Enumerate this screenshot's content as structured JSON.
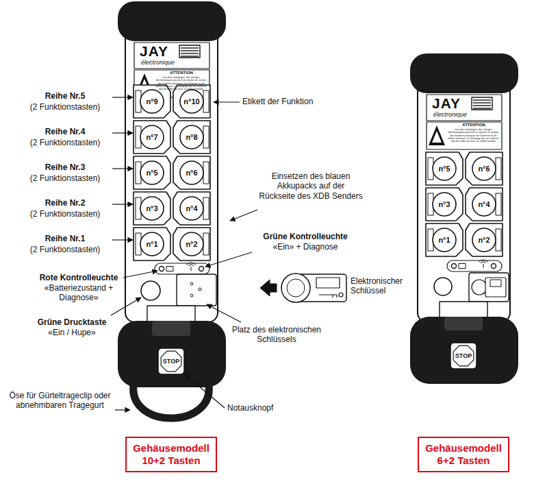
{
  "diagram": {
    "nodes": [
      {
        "text": [
          "n°9"
        ]
      },
      {
        "text": [
          "n°10"
        ]
      },
      {
        "text": [
          "n°7"
        ]
      },
      {
        "text": [
          "n°8"
        ]
      },
      {
        "text": [
          "n°5"
        ]
      },
      {
        "text": [
          "n°6"
        ]
      },
      {
        "text": [
          "n°3"
        ]
      },
      {
        "text": [
          "n°4"
        ]
      },
      {
        "text": [
          "n°1"
        ]
      },
      {
        "text": [
          "n°2"
        ]
      },
      {
        "text": [
          "STOP"
        ]
      },
      {
        "text": [
          "Gehäusemodell 10+2 Tasten"
        ]
      },
      {
        "text": [
          "n°5"
        ]
      },
      {
        "text": [
          "n°6"
        ]
      },
      {
        "text": [
          "n°3"
        ]
      },
      {
        "text": [
          "n°4"
        ]
      },
      {
        "text": [
          "n°1"
        ]
      },
      {
        "text": [
          "n°2"
        ]
      },
      {
        "text": [
          "STOP"
        ]
      },
      {
        "text": [
          "Gehäusemodell 6+2 Tasten"
        ]
      }
    ],
    "labels": [
      "JAY",
      "électronique",
      "ATTENTION",
      "Lors des nettoyages, des charges électrostatiques peuvent se stocker en surface des matières plastiques de l'antenne ou du boîtier émetteur. Le nettoyage de ces surfaces doit être effectué avec un chiffon humide",
      "Reihe Nr.5",
      "(2 Funktionstasten)",
      "Reihe Nr.4",
      "(2 Funktionstasten)",
      "Reihe Nr.3",
      "(2 Funktionstasten)",
      "Reihe Nr.2",
      "(2 Funktionstasten)",
      "Reihe Nr.1",
      "(2 Funktionstasten)",
      "Etikett der Funktion",
      "Einsetzen des blauen Akkupacks auf der Rückseite des XDB Senders",
      "Grüne Kontrolleuchte",
      "«Ein» + Diagnose",
      "Rote Kontrolleuchte",
      "«Batteriezustand + Diagnose»",
      "Elektronischer Schlüssel",
      "Grüne Drucktaste",
      "«Ein / Hupe»",
      "Platz des elektronischen Schlüssels",
      "Öse für Gürteltrageclip oder abnehmbaren Tragegurt",
      "Notausknopf",
      "JAY",
      "électronique",
      "ATTENTION",
      "Lors des nettoyages, des charges électrostatiques peuvent se stocker en surface des matières plastiques de l'antenne ou du boîtier émetteur. Le nettoyage de ces surfaces doit être effectué avec un chiffon humide"
    ]
  }
}
